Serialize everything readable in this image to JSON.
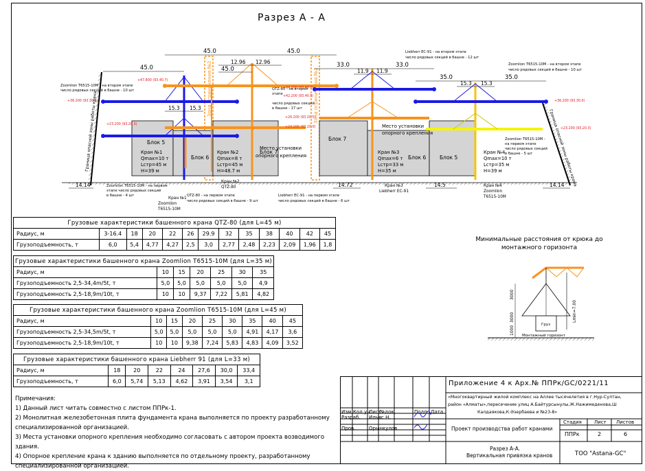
{
  "title": "Разрез А - А",
  "section": {
    "dims": {
      "d45a": "45.0",
      "d45b": "45.0",
      "d45c": "45.0",
      "d45d": "45.0",
      "d12a": "12.96",
      "d12b": "12.96",
      "d153a": "15.3",
      "d153b": "15.3",
      "d153c": "15.3",
      "d153d": "15.3",
      "d33a": "33.0",
      "d33b": "33.0",
      "d119a": "11.9",
      "d119b": "11.9",
      "d35a": "35.0",
      "d35b": "35.0",
      "d1414a": "14.14",
      "d1472": "14.72",
      "d145": "14.5",
      "d1414b": "14.14"
    },
    "elev": {
      "e1": "+47.800 (93.40.7)",
      "e2": "+44.200 (93.40.0)",
      "e3": "+42.200 (93.40.5)",
      "e4": "+36.200 (93.30.0)",
      "e5": "+26.200 (93.20.5)",
      "e6": "+24.200 (93.20.0)",
      "e7": "+23.200 (93.20.3)",
      "e8": "+23.200 (93.20.3)",
      "e9": "+36.200 (93.30.0)"
    },
    "blocks": {
      "b5l": "Блок 5",
      "b6l": "Блок 6",
      "b7l": "Блок 7",
      "b7r": "Блок 7",
      "b6r": "Блок 6",
      "b5r": "Блок 5"
    },
    "crane_specs": {
      "c1": [
        "Кран №1",
        "Qmax=10 т",
        "Lстр=45 м",
        "H=39 м"
      ],
      "c2": [
        "Кран №2",
        "Qmax=8 т",
        "Lстр=45 м",
        "H=48.7 м"
      ],
      "c3": [
        "Кран №3",
        "Qmax=6 т",
        "Lстр=33 м",
        "H=35 м"
      ],
      "c4": [
        "Кран №4",
        "Qmax=10 т",
        "Lстр=35 м",
        "H=39 м"
      ]
    },
    "crane_tags": {
      "t1": [
        "Кран №1",
        "Zoomlion",
        "T6515-10M"
      ],
      "t2": [
        "Кран №2",
        "QTZ-80"
      ],
      "t3": [
        "Кран №3",
        "Liebherr EC-91"
      ],
      "t4": [
        "Кран №4",
        "Zoomlion",
        "T6515-10M"
      ]
    },
    "notes": {
      "n1": [
        "Zoomlion T6515-10M - на втором этапе",
        "число рядовых секций в башне - 10 шт"
      ],
      "n2": [
        "QTZ-80 - на втором",
        "этапе",
        "число рядовых секций",
        "в башне - 17 шт"
      ],
      "n3": [
        "Liebherr EC-91 - на втором этапе",
        "число рядовых секций в башне - 12 шт"
      ],
      "n4": [
        "Zoomlion T6515-10M - на втором этапе",
        "число рядовых секций в башне - 10 шт"
      ],
      "n5": [
        "Zoomlion T6515-10M - на первом",
        "этапе число рядовых секций",
        "в башне - 4 шт"
      ],
      "n6": [
        "QTZ-80 - на первом этапе",
        "число рядовых секций в башне - 9 шт"
      ],
      "n7": [
        "Liebherr EC-91 - на первом этапе",
        "число рядовых секций в башне - 6 шт"
      ],
      "n8": [
        "Zoomlion T6515-10M -",
        "на первом этапе",
        "число рядовых секций",
        "в башне - 5 шт"
      ],
      "support1": [
        "Место установки",
        "опорного крепления"
      ],
      "support2": [
        "Место установки",
        "опорного крепления"
      ],
      "zone_l": "Граница опасной зоны работы крана",
      "zone_r": "Граница опасной зоны работы крана",
      "zone_m1": "Зона ограничения №2",
      "zone_m2": "Зона ограничения №2"
    }
  },
  "tables": [
    {
      "caption": "Грузовые характеристики башенного крана QTZ-80 (для L=45 м)",
      "rows": [
        [
          "Радиус, м",
          "3-16.4",
          "18",
          "20",
          "22",
          "26",
          "29.9",
          "32",
          "35",
          "38",
          "40",
          "42",
          "45"
        ],
        [
          "Грузоподъемность, т",
          "6,0",
          "5,4",
          "4,77",
          "4,27",
          "2,5",
          "3,0",
          "2,77",
          "2,48",
          "2,23",
          "2,09",
          "1,96",
          "1,8"
        ]
      ]
    },
    {
      "caption": "Грузовые характеристики башенного крана Zoomlion T6515-10M (для L=35 м)",
      "rows": [
        [
          "Радиус, м",
          "10",
          "15",
          "20",
          "25",
          "30",
          "35"
        ],
        [
          "Грузоподъемность 2,5-34,4m/5t, т",
          "5,0",
          "5,0",
          "5,0",
          "5,0",
          "5,0",
          "4,9"
        ],
        [
          "Грузоподъемность 2,5-18,9m/10t, т",
          "10",
          "10",
          "9,37",
          "7,22",
          "5,81",
          "4,82"
        ]
      ]
    },
    {
      "caption": "Грузовые характеристики башенного крана Zoomlion T6515-10M (для L=45 м)",
      "rows": [
        [
          "Радиус, м",
          "10",
          "15",
          "20",
          "25",
          "30",
          "35",
          "40",
          "45"
        ],
        [
          "Грузоподъемность 2,5-34,5m/5t, т",
          "5,0",
          "5,0",
          "5,0",
          "5,0",
          "5,0",
          "4,91",
          "4,17",
          "3,6"
        ],
        [
          "Грузоподъемность 2,5-18,9m/10t, т",
          "10",
          "10",
          "9,38",
          "7,24",
          "5,83",
          "4,83",
          "4,09",
          "3,52"
        ]
      ]
    },
    {
      "caption": "Грузовые характеристики башенного крана Liebherr 91 (для L=33 м)",
      "rows": [
        [
          "Радиус, м",
          "18",
          "20",
          "22",
          "24",
          "27,6",
          "30,0",
          "33,4"
        ],
        [
          "Грузоподъемность, т",
          "6,0",
          "5,74",
          "5,13",
          "4,62",
          "3,91",
          "3,54",
          "3,1"
        ]
      ]
    }
  ],
  "min_distance": {
    "title": "Минимальные расстояния от крюка до монтажного горизонта",
    "d1": "3000",
    "d2": "3000",
    "d3": "1000",
    "lmin": "Lmin=7.00",
    "horizon": "Монтажный горизонт",
    "load": "Груз"
  },
  "notes": {
    "header": "Примечания:",
    "items": [
      "1) Данный лист читать совместно с листом ППРк-1.",
      "2) Монолитная железобетонная плита фундамента крана выполняется по проекту разработанному специализированной организацией.",
      "3) Места установки опорного крепления необходимо согласовать с автором проекта возводимого здания.",
      "4) Опорное крепление крана к зданию выполняется по отдельному проекту, разработанному специализированной организацией."
    ]
  },
  "stamp": {
    "code": "Приложение 4 к Арх.№ ППРк/GC/0221/11",
    "project": [
      "«Многоквартирный жилой комплекс на Аллее тысячелетия в г.Нур-Султан,",
      "район «Алматы»,пересечение улиц А.Байтурсынулы,Ж.Нажимеденова,Ш",
      "Калдаякова,К.Әзербаева и №23-8»"
    ],
    "cols": [
      "Изм.",
      "Кол.уч.",
      "Лист",
      "№док.",
      "Подп.",
      "Дата"
    ],
    "role1": "Разраб.",
    "name1": "Ильяс Н.",
    "role2": "Пров.",
    "name2": "Орынкулов",
    "work": "Проект производства работ кранами",
    "stage_h": "Стадия",
    "sheet_h": "Лист",
    "sheets_h": "Листов",
    "stage": "ППРк",
    "sheet": "2",
    "sheets": "6",
    "drawing": [
      "Разрез А-А.",
      "Вертикальная привязка кранов"
    ],
    "company": "ТОО \"Astana-GC\""
  },
  "colors": {
    "orange": "#f7931e",
    "blue": "#1a1ae6",
    "yellow": "#f4f40a",
    "red": "#e0141e",
    "building": "#d4d4d4"
  }
}
